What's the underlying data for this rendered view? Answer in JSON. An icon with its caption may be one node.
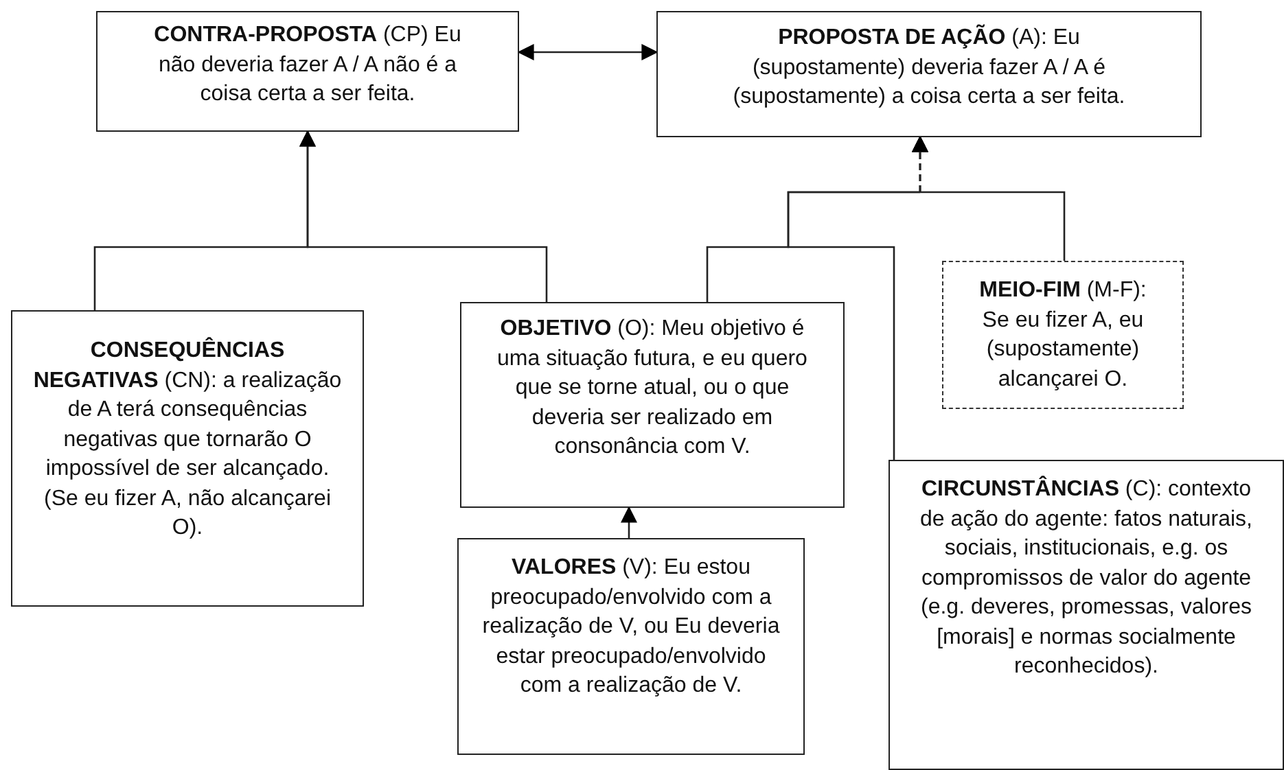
{
  "diagram": {
    "nodes": [
      {
        "text": [
          "**CONTRA-PROPOSTA** (CP) Eu não deveria fazer A / A não é a coisa certa a ser feita."
        ]
      },
      {
        "text": [
          "**PROPOSTA DE AÇÃO** (A): Eu (supostamente) deveria fazer A / A é (supostamente) a coisa certa a ser feita."
        ]
      },
      {
        "text": [
          "**CONSEQUÊNCIAS NEGATIVAS** (CN): a realização de A terá consequências negativas que tornarão O impossível de ser alcançado. (Se eu fizer A, não alcançarei O)."
        ]
      },
      {
        "text": [
          "**OBJETIVO** (O): Meu objetivo é uma situação futura, e eu quero que se torne atual, ou o que deveria ser realizado em consonância com V."
        ]
      },
      {
        "text": [
          "**MEIO-FIM** (M-F): Se eu fizer A, eu (supostamente) alcançarei O."
        ]
      },
      {
        "text": [
          "**VALORES** (V): Eu estou preocupado/envolvido com a realização de V, ou Eu deveria estar preocupado/envolvido com a realização de V."
        ]
      },
      {
        "text": [
          "**CIRCUNSTÂNCIAS** (C): contexto de ação do agente: fatos naturais, sociais, institucionais, e.g. os compromissos de valor do agente (e.g. deveres, promessas, valores [morais] e normas socialmente reconhecidos)."
        ]
      }
    ],
    "edges": [
      {
        "from": 0,
        "to": 1,
        "arrow": "both"
      },
      {
        "from": 2,
        "to": 0,
        "arrow": "to"
      },
      {
        "from": 3,
        "to": 0,
        "arrow": "to"
      },
      {
        "from": 3,
        "to": 1,
        "arrow": "to",
        "style": "dashed"
      },
      {
        "from": 6,
        "to": 1,
        "arrow": "to",
        "style": "dashed"
      },
      {
        "from": 4,
        "to": 1,
        "arrow": "to",
        "style": "dashed"
      },
      {
        "from": 5,
        "to": 3,
        "arrow": "to"
      }
    ]
  }
}
